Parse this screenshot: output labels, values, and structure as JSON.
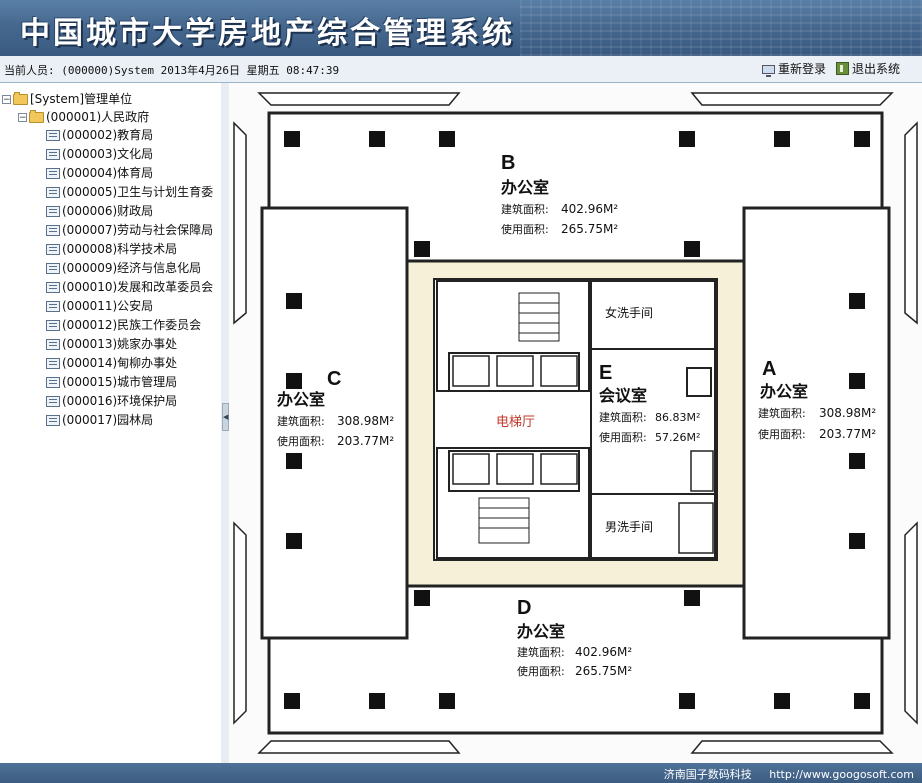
{
  "header": {
    "title": "中国城市大学房地产综合管理系统"
  },
  "status_bar": {
    "user_prefix": "当前人员:",
    "user": "(000000)System",
    "datetime": "2013年4月26日 星期五 08:47:39",
    "relogin_label": "重新登录",
    "exit_label": "退出系统"
  },
  "tree": {
    "root": "[System]管理单位",
    "child": "(000001)人民政府",
    "items": [
      "(000002)教育局",
      "(000003)文化局",
      "(000004)体育局",
      "(000005)卫生与计划生育委",
      "(000006)财政局",
      "(000007)劳动与社会保障局",
      "(000008)科学技术局",
      "(000009)经济与信息化局",
      "(000010)发展和改革委员会",
      "(000011)公安局",
      "(000012)民族工作委员会",
      "(000013)姚家办事处",
      "(000014)甸柳办事处",
      "(000015)城市管理局",
      "(000016)环境保护局",
      "(000017)园林局"
    ]
  },
  "floor_plan": {
    "rooms": {
      "B": {
        "letter": "B",
        "name": "办公室",
        "build_label": "建筑面积:",
        "build_area": "402.96M²",
        "use_label": "使用面积:",
        "use_area": "265.75M²"
      },
      "C": {
        "letter": "C",
        "name": "办公室",
        "build_label": "建筑面积:",
        "build_area": "308.98M²",
        "use_label": "使用面积:",
        "use_area": "203.77M²"
      },
      "A": {
        "letter": "A",
        "name": "办公室",
        "build_label": "建筑面积:",
        "build_area": "308.98M²",
        "use_label": "使用面积:",
        "use_area": "203.77M²"
      },
      "E": {
        "letter": "E",
        "name": "会议室",
        "build_label": "建筑面积:",
        "build_area": "86.83M²",
        "use_label": "使用面积:",
        "use_area": "57.26M²"
      },
      "D": {
        "letter": "D",
        "name": "办公室",
        "build_label": "建筑面积:",
        "build_area": "402.96M²",
        "use_label": "使用面积:",
        "use_area": "265.75M²"
      }
    },
    "womens_restroom": "女洗手间",
    "mens_restroom": "男洗手间",
    "elevator_hall": "电梯厅"
  },
  "footer": {
    "company": "济南国子数码科技",
    "url": "http://www.googosoft.com"
  },
  "colors": {
    "banner": "#46688f",
    "footer": "#3c5c80",
    "core_fill": "#f7f0d8"
  }
}
